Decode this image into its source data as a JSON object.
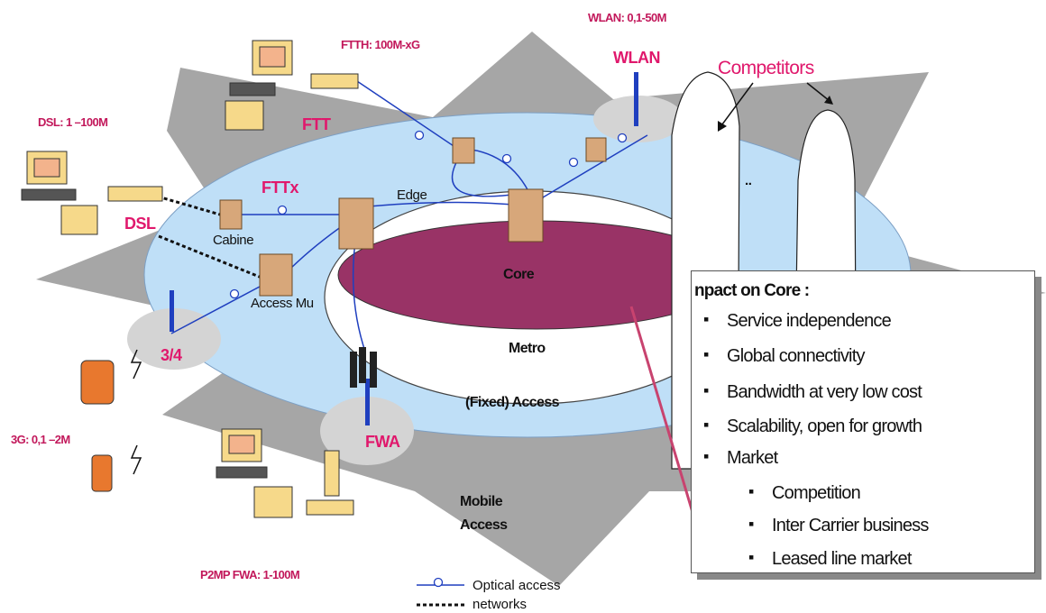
{
  "labels": {
    "wlan_speed": "WLAN: 0,1-50M",
    "ftth_speed": "FTTH: 100M-xG",
    "dsl_speed": "DSL: 1 –100M",
    "g3_speed": "3G: 0,1 –2M",
    "p2mp_speed": "P2MP FWA: 1-100M",
    "wlan": "WLAN",
    "competitors": "Competitors",
    "ftt": "FTT",
    "fttx": "FTTx",
    "dsl": "DSL",
    "g34": "3/4",
    "fwa": "FWA",
    "edge": "Edge",
    "cabinet": "Cabine",
    "access_mux": "Access Mu",
    "core": "Core",
    "metro": "Metro",
    "fixed_access": "(Fixed) Access",
    "mobile_access_1": "Mobile",
    "mobile_access_2": "Access",
    "dots": ".."
  },
  "impact": {
    "title": "npact on Core :",
    "items": [
      "Service independence",
      "Global connectivity",
      "Bandwidth at very low cost",
      "Scalability, open for growth",
      "Market"
    ],
    "sub_items": [
      "Competition",
      "Inter Carrier business",
      "Leased line market"
    ]
  },
  "legend": {
    "line1": "Optical access",
    "line2": "networks"
  },
  "colors": {
    "access_fill": "#bfdff7",
    "core_fill": "#993366",
    "star_fill": "#a6a6a6",
    "label_magenta": "#e0186c",
    "speed_magenta": "#c2185b",
    "link_blue": "#1f3fbf"
  }
}
